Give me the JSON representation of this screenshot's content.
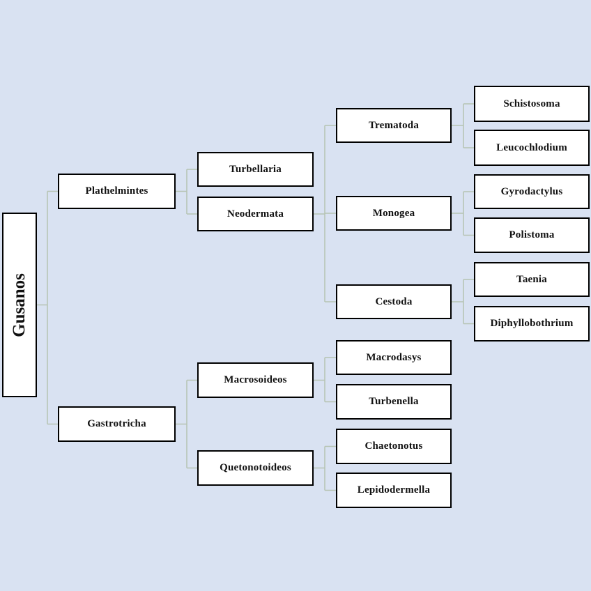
{
  "title": "Gusanos taxonomy tree diagram",
  "colors": {
    "bg": "#d9e2f2",
    "box-fill": "#ffffff",
    "box-border": "#000000",
    "connector": "#b6c3b2",
    "text": "#111111"
  },
  "nodes": {
    "gusanos": {
      "label": "Gusanos"
    },
    "plathelmintes": {
      "label": "Plathelmintes"
    },
    "gastrotricha": {
      "label": "Gastrotricha"
    },
    "turbellaria": {
      "label": "Turbellaria"
    },
    "neodermata": {
      "label": "Neodermata"
    },
    "macrosoideos": {
      "label": "Macrosoideos"
    },
    "quetonotoideos": {
      "label": "Quetonotoideos"
    },
    "trematoda": {
      "label": "Trematoda"
    },
    "monogea": {
      "label": "Monogea"
    },
    "cestoda": {
      "label": "Cestoda"
    },
    "macrodasys": {
      "label": "Macrodasys"
    },
    "turbenella": {
      "label": "Turbenella"
    },
    "chaetonotus": {
      "label": "Chaetonotus"
    },
    "lepidodermella": {
      "label": "Lepidodermella"
    },
    "schistosoma": {
      "label": "Schistosoma"
    },
    "leucochlodium": {
      "label": "Leucochlodium"
    },
    "gyrodactylus": {
      "label": "Gyrodactylus"
    },
    "polistoma": {
      "label": "Polistoma"
    },
    "taenia": {
      "label": "Taenia"
    },
    "diphyllobothrium": {
      "label": "Diphyllobothrium"
    }
  },
  "hierarchy": {
    "Gusanos": {
      "Plathelmintes": {
        "Turbellaria": {},
        "Neodermata": {
          "Trematoda": [
            "Schistosoma",
            "Leucochlodium"
          ],
          "Monogea": [
            "Gyrodactylus",
            "Polistoma"
          ],
          "Cestoda": [
            "Taenia",
            "Diphyllobothrium"
          ]
        }
      },
      "Gastrotricha": {
        "Macrosoideos": [
          "Macrodasys",
          "Turbenella"
        ],
        "Quetonotoideos": [
          "Chaetonotus",
          "Lepidodermella"
        ]
      }
    }
  }
}
